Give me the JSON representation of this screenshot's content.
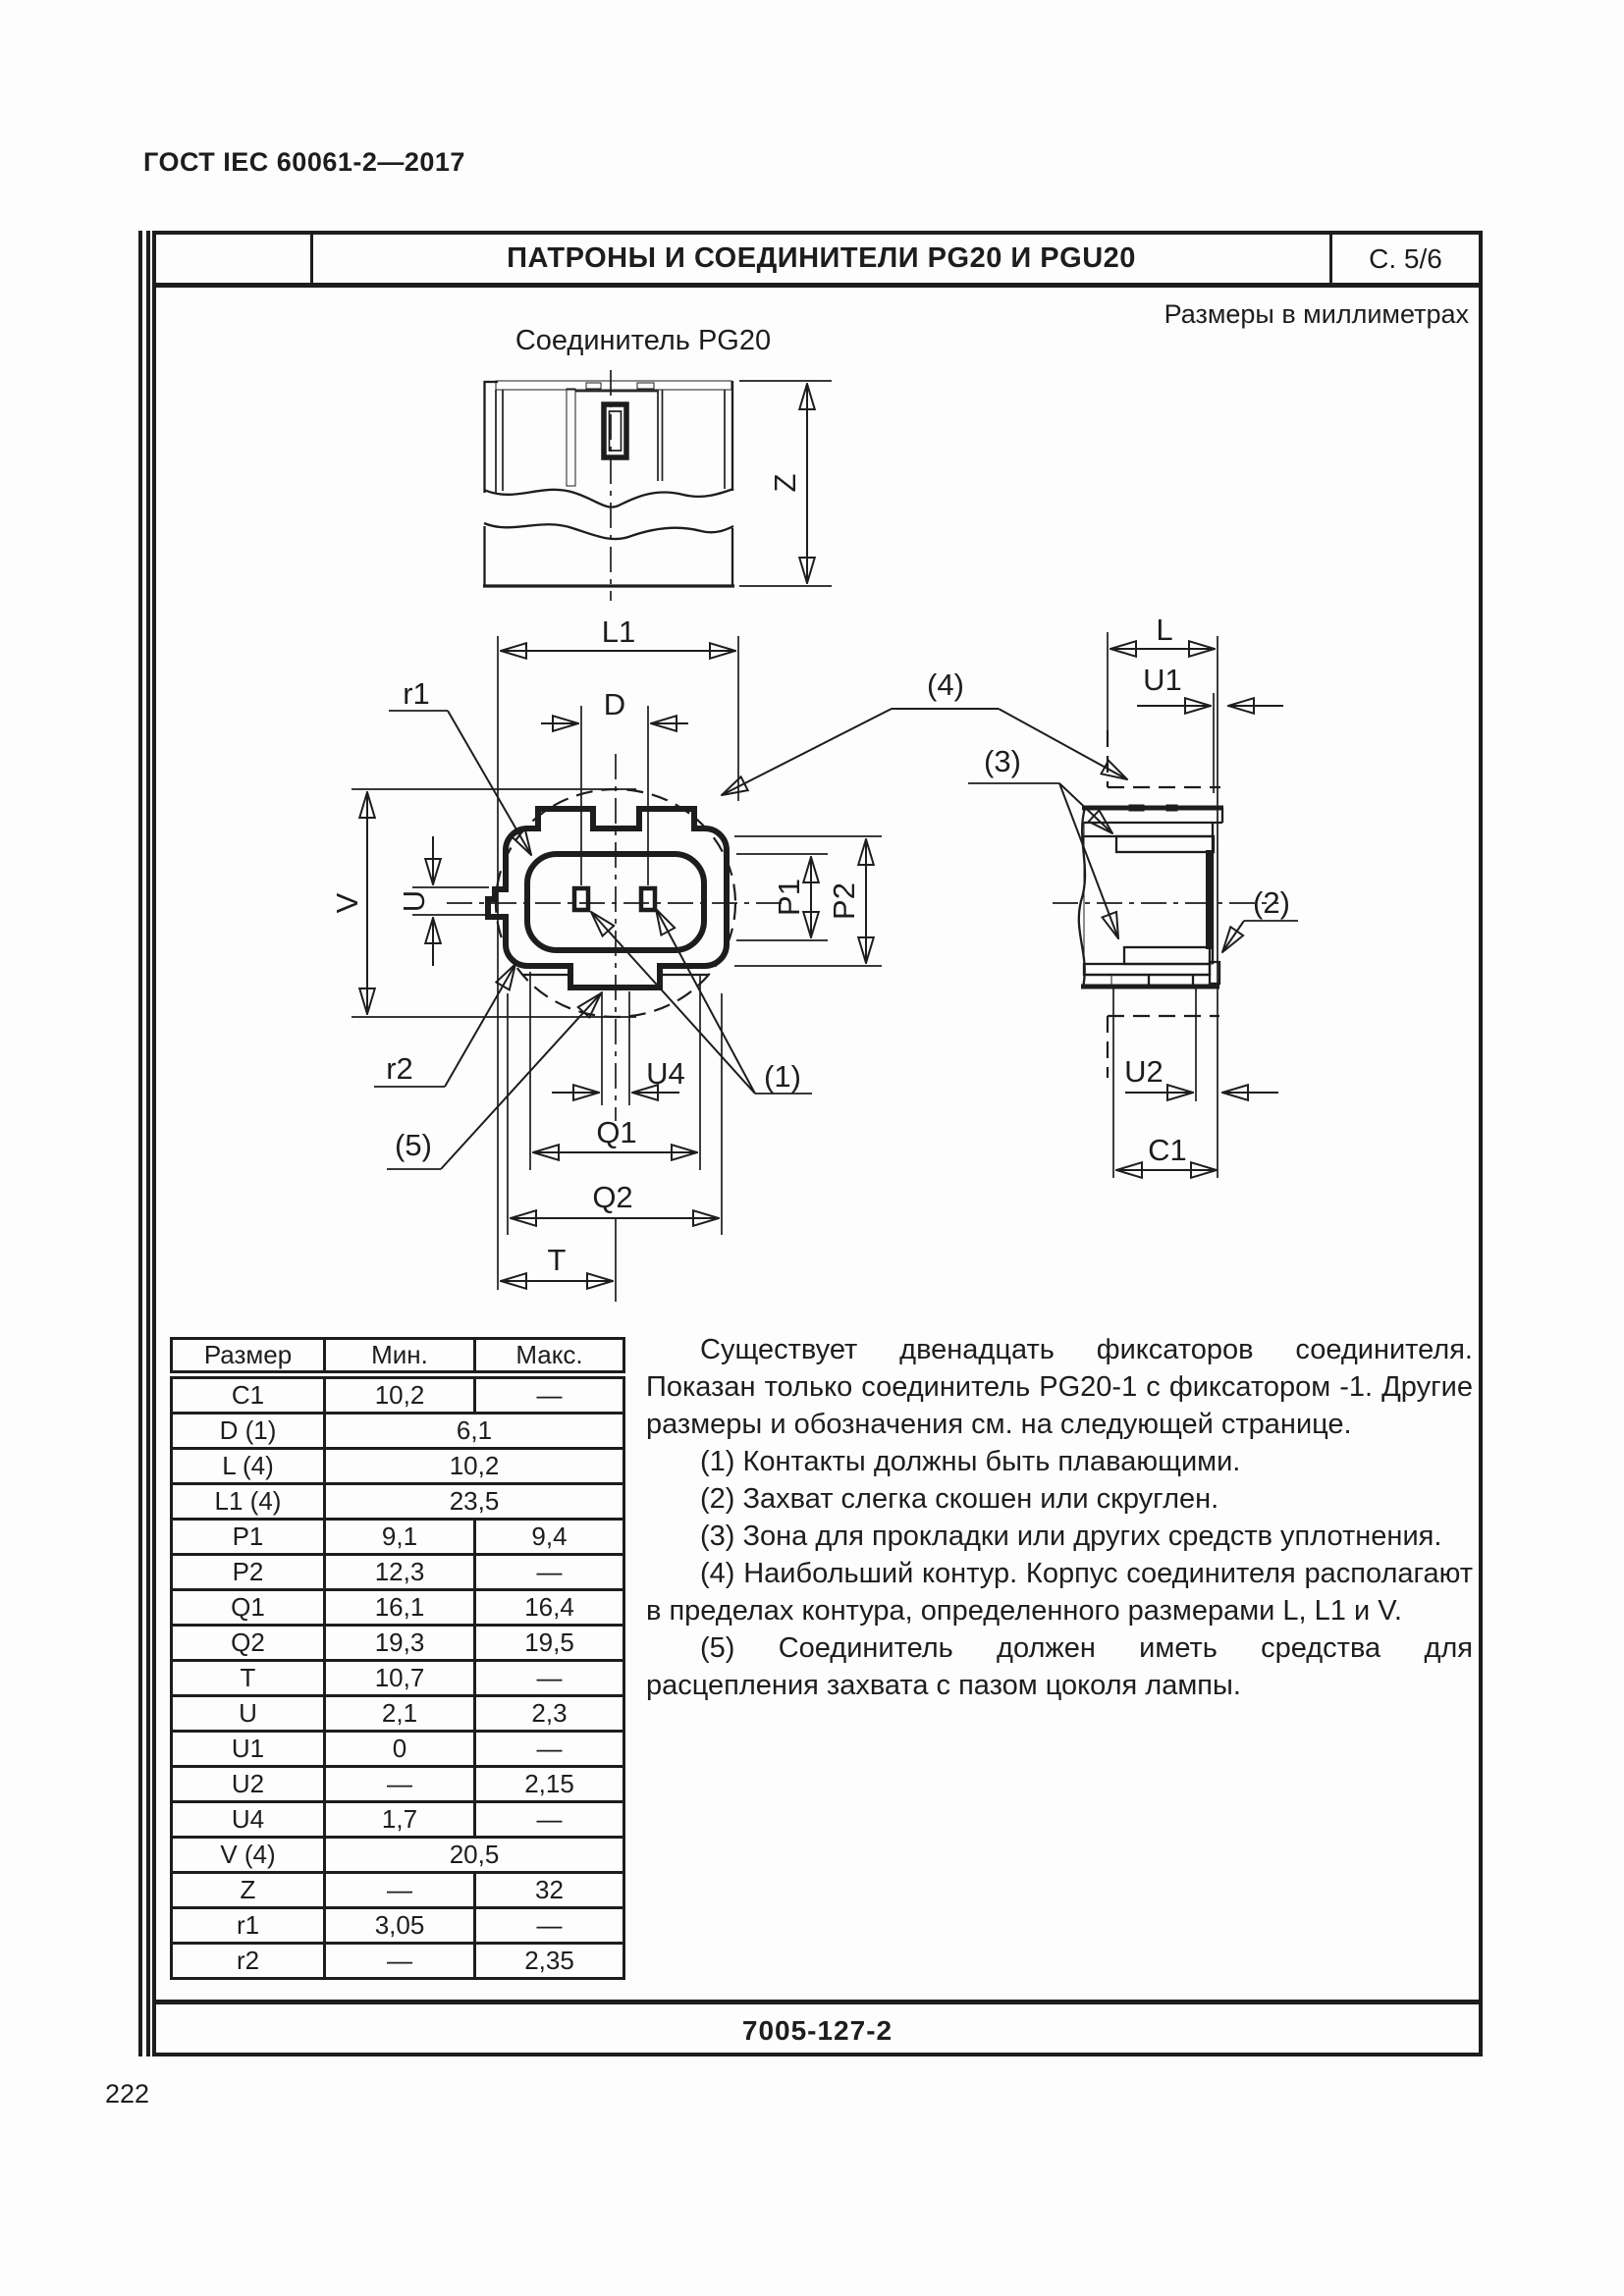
{
  "page": {
    "doc_header": "ГОСТ IEC 60061-2—2017",
    "page_number": "222"
  },
  "sheet": {
    "title": "ПАТРОНЫ И СОЕДИНИТЕЛИ PG20 И PGU20",
    "sheet_number": "С. 5/6",
    "units_note": "Размеры в миллиметрах",
    "figure_title": "Соединитель PG20",
    "footer_code": "7005-127-2"
  },
  "drawings": {
    "front_view": {
      "dim_z": "Z"
    },
    "top_view": {
      "dim_l1": "L1",
      "dim_d": "D",
      "dim_r1": "r1",
      "dim_v": "V",
      "dim_u": "U",
      "dim_p1": "P1",
      "dim_p2": "P2",
      "dim_u4": "U4",
      "dim_q1": "Q1",
      "dim_q2": "Q2",
      "dim_t": "T",
      "dim_r2": "r2",
      "ref_1": "(1)",
      "ref_4": "(4)",
      "ref_5": "(5)"
    },
    "side_view": {
      "dim_l": "L",
      "dim_u1": "U1",
      "dim_u2": "U2",
      "dim_c1": "C1",
      "ref_2": "(2)",
      "ref_3": "(3)"
    }
  },
  "table": {
    "headers": [
      "Размер",
      "Мин.",
      "Макс."
    ],
    "rows": [
      {
        "name": "C1",
        "min": "10,2",
        "max": "—"
      },
      {
        "name": "D (1)",
        "merged": "6,1"
      },
      {
        "name": "L (4)",
        "merged": "10,2"
      },
      {
        "name": "L1 (4)",
        "merged": "23,5"
      },
      {
        "name": "P1",
        "min": "9,1",
        "max": "9,4"
      },
      {
        "name": "P2",
        "min": "12,3",
        "max": "—"
      },
      {
        "name": "Q1",
        "min": "16,1",
        "max": "16,4"
      },
      {
        "name": "Q2",
        "min": "19,3",
        "max": "19,5"
      },
      {
        "name": "T",
        "min": "10,7",
        "max": "—"
      },
      {
        "name": "U",
        "min": "2,1",
        "max": "2,3"
      },
      {
        "name": "U1",
        "min": "0",
        "max": "—"
      },
      {
        "name": "U2",
        "min": "—",
        "max": "2,15"
      },
      {
        "name": "U4",
        "min": "1,7",
        "max": "—"
      },
      {
        "name": "V (4)",
        "merged": "20,5"
      },
      {
        "name": "Z",
        "min": "—",
        "max": "32"
      },
      {
        "name": "r1",
        "min": "3,05",
        "max": "—"
      },
      {
        "name": "r2",
        "min": "—",
        "max": "2,35"
      }
    ]
  },
  "notes": {
    "paragraph": "Существует двенадцать фиксаторов соединителя. Показан только соединитель PG20-1 с фиксатором -1. Другие размеры и обозначения см. на следующей странице.",
    "items": [
      "(1) Контакты должны быть плавающими.",
      "(2) Захват слегка скошен или скруглен.",
      "(3) Зона для прокладки или других средств уплотнения.",
      "(4) Наибольший контур. Корпус соединителя располагают в пределах контура, определенного размерами L, L1 и V.",
      "(5) Соединитель должен иметь средства для расцепления захвата с пазом цоколя лампы."
    ]
  }
}
